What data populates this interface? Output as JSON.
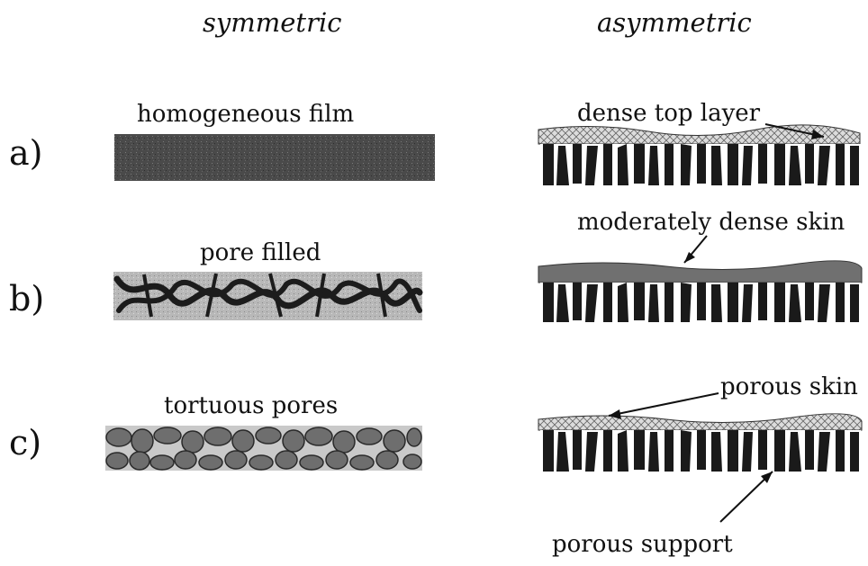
{
  "columns": {
    "symmetric": "symmetric",
    "asymmetric": "asymmetric"
  },
  "rows": {
    "a": "a)",
    "b": "b)",
    "c": "c)"
  },
  "labels": {
    "homogeneous_film": "homogeneous film",
    "pore_filled": "pore filled",
    "tortuous_pores": "tortuous pores",
    "dense_top_layer": "dense top layer",
    "moderately_dense_skin": "moderately dense skin",
    "porous_skin": "porous skin",
    "porous_support": "porous support"
  },
  "colors": {
    "ink": "#111111",
    "film": "#4a4a4a",
    "pore_fill": "#b8b8b8",
    "grain": "#6e6e6e",
    "top_layer": "#dcdcdc",
    "moderate_skin": "#707070",
    "support": "#1a1a1a"
  }
}
